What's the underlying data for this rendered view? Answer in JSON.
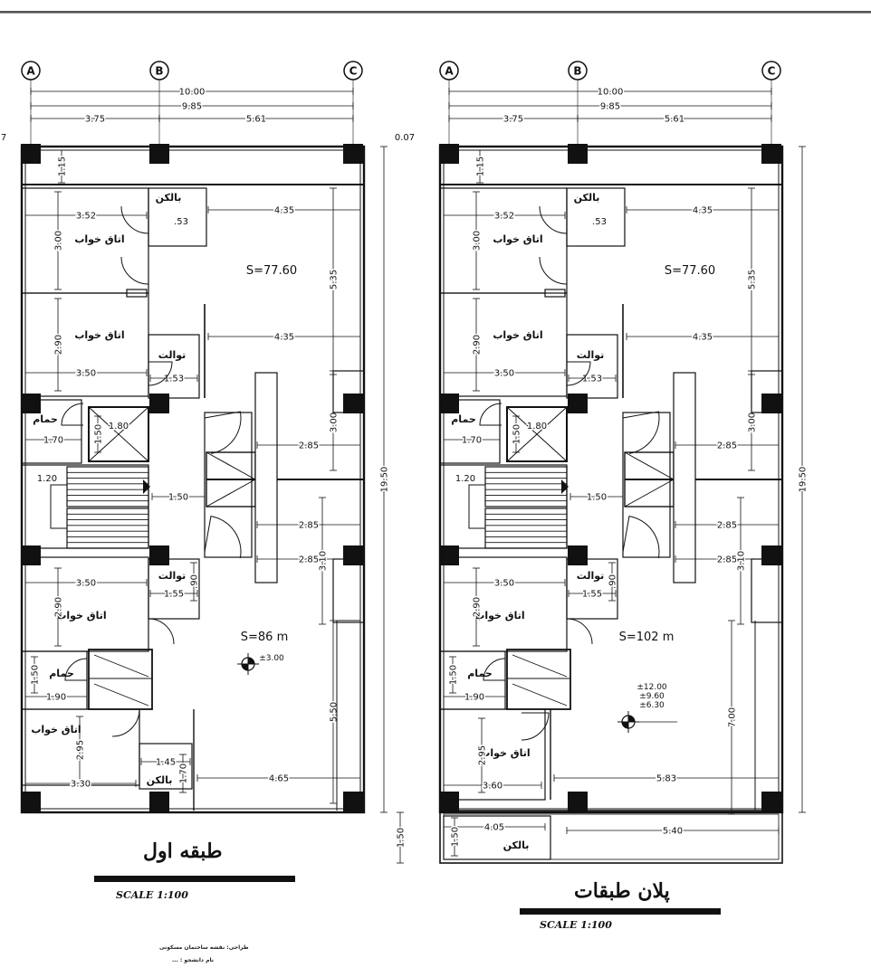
{
  "grid_labels": [
    "A",
    "B",
    "C"
  ],
  "plans": [
    {
      "id": "first-floor",
      "overall_width": "10.00",
      "inner_width": "9.85",
      "bay_left": "3.75",
      "bay_right": "5.61",
      "overall_depth": "19.50",
      "offset_dim": "7",
      "front_strip": "1.15",
      "area_front": "S=77.60",
      "area_back": "S=86 m",
      "level_mark": "±3.00",
      "title": "طبقه اول",
      "scale": "SCALE   1:100",
      "rooms": {
        "balcony_top": "بالکن",
        "bedroom_1": "اتاق خواب",
        "bedroom_2": "اتاق خواب",
        "toilet_1": "توالت",
        "bath_1": "حمام",
        "toilet_2": "توالت",
        "bedroom_3": "اتاق خواب",
        "bath_2": "حمام",
        "bedroom_4": "اتاق خواب",
        "balcony_bottom": "بالکن"
      },
      "dims": {
        "bed1_w": "3.52",
        "bed1_h": "3.00",
        "balc_w": ".53",
        "front_w": "4.35",
        "front_h": "5.35",
        "bed2_h": "2.90",
        "mid_w": "4.35",
        "bed2_w": "3.50",
        "toilet1_w": "1.53",
        "bath1_w": "1.70",
        "lift_w": "1.80",
        "lift_h": "1.50",
        "stair_w": "1.20",
        "corr_w": "1.50",
        "shaft_w1": "2.85",
        "shaft_h": "3.00",
        "shaft_w2": "2.85",
        "shaft_w3": "2.85",
        "side_h": "3.10",
        "bed3_w": "3.50",
        "toilet2_w": "1.55",
        "toilet2_h": ".90",
        "bed3_h": "2.90",
        "bath2_h": "1.50",
        "bath2_w": "1.90",
        "bed4_h": "2.95",
        "bed4_w": "3.30",
        "back_h": "5.50",
        "balcb_w": "1.45",
        "balcb_h": "1.70",
        "back_w": "4.65"
      }
    },
    {
      "id": "typical-floor",
      "overall_width": "10.00",
      "inner_width": "9.85",
      "bay_left": "3.75",
      "bay_right": "5.61",
      "overall_depth": "19.50",
      "offset_dim": "0.07",
      "front_strip": "1.15",
      "area_front": "S=77.60",
      "area_back": "S=102 m",
      "level_marks": [
        "±12.00",
        "±9.60",
        "±6.30"
      ],
      "title": "پلان طبقات",
      "scale": "SCALE   1:100",
      "rooms": {
        "balcony_top": "بالکن",
        "bedroom_1": "اتاق خواب",
        "bedroom_2": "اتاق خواب",
        "toilet_1": "توالت",
        "bath_1": "حمام",
        "toilet_2": "توالت",
        "bedroom_3": "اتاق خواب",
        "bath_2": "حمام",
        "bedroom_4": "اتاق خواب",
        "balcony_bottom": "بالکن"
      },
      "dims": {
        "bed1_w": "3.52",
        "bed1_h": "3.00",
        "balc_w": ".53",
        "front_w": "4.35",
        "front_h": "5.35",
        "bed2_h": "2.90",
        "mid_w": "4.35",
        "bed2_w": "3.50",
        "toilet1_w": "1.53",
        "bath1_w": "1.70",
        "lift_w": "1.80",
        "lift_h": "1.50",
        "stair_w": "1.20",
        "corr_w": "1.50",
        "shaft_w1": "2.85",
        "shaft_h": "3.00",
        "shaft_w2": "2.85",
        "shaft_w3": "2.85",
        "side_h": "3.10",
        "bed3_w": "3.50",
        "toilet2_w": "1.55",
        "toilet2_h": ".90",
        "bed3_h": "2.90",
        "bath2_h": "1.50",
        "bath2_w": "1.90",
        "bed4_h": "2.95",
        "bed4_w": "3.60",
        "back_h": "7.00",
        "back_w": "5.83",
        "balc_front_w": "4.05",
        "balc_front_h": "1.50",
        "balc_depth": "1.50",
        "back_w2": "5.40"
      }
    }
  ],
  "credits": [
    "طراحی: نقشه ساختمان مسکونی",
    "نام دانشجو : ..."
  ]
}
